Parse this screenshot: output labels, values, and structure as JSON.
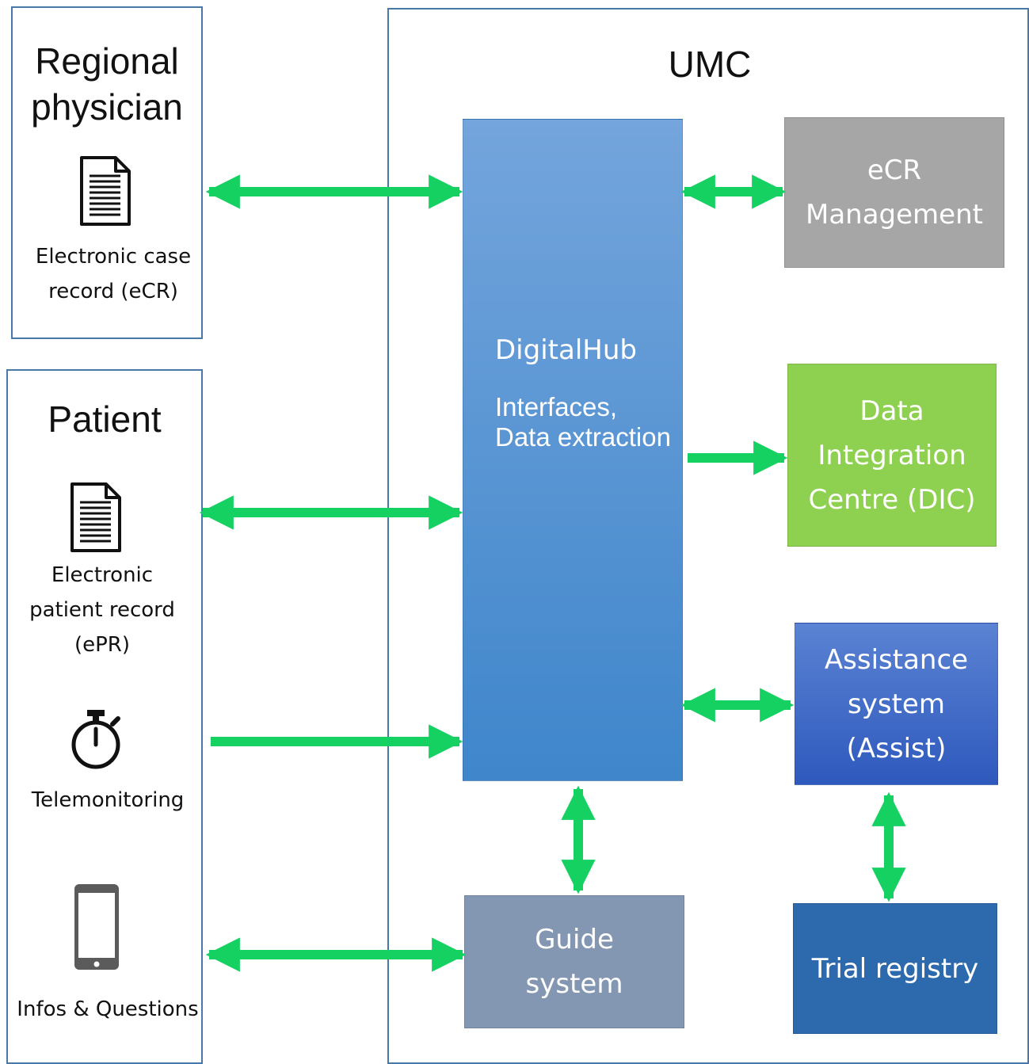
{
  "colors": {
    "frame_border": "#4a78a8",
    "arrow": "#15d161",
    "hub_top": "#74a5dc",
    "hub_bottom": "#3f86cb",
    "ecr_management": "#a6a6a6",
    "dic": "#8ed050",
    "assist_top": "#5a83d3",
    "assist_bottom": "#2f59bd",
    "trial_registry": "#2d69ad",
    "guide_system": "#8397b2"
  },
  "regional_physician": {
    "title": "Regional\nphysician",
    "icon": "document-icon",
    "caption": "Electronic case\nrecord (eCR)"
  },
  "patient": {
    "title": "Patient",
    "epr": {
      "icon": "document-icon",
      "caption": "Electronic\npatient record\n(ePR)"
    },
    "telemonitoring": {
      "icon": "stopwatch-icon",
      "caption": "Telemonitoring"
    },
    "infos": {
      "icon": "smartphone-icon",
      "caption": "Infos & Questions"
    }
  },
  "umc": {
    "title": "UMC",
    "digitalhub": {
      "title": "DigitalHub",
      "subtitle": "Interfaces,\nData extraction"
    },
    "ecr_management": "eCR\nManagement",
    "dic": "Data\nIntegration\nCentre (DIC)",
    "assist": "Assistance\nsystem\n(Assist)",
    "trial_registry": "Trial registry",
    "guide_system": "Guide\nsystem"
  }
}
